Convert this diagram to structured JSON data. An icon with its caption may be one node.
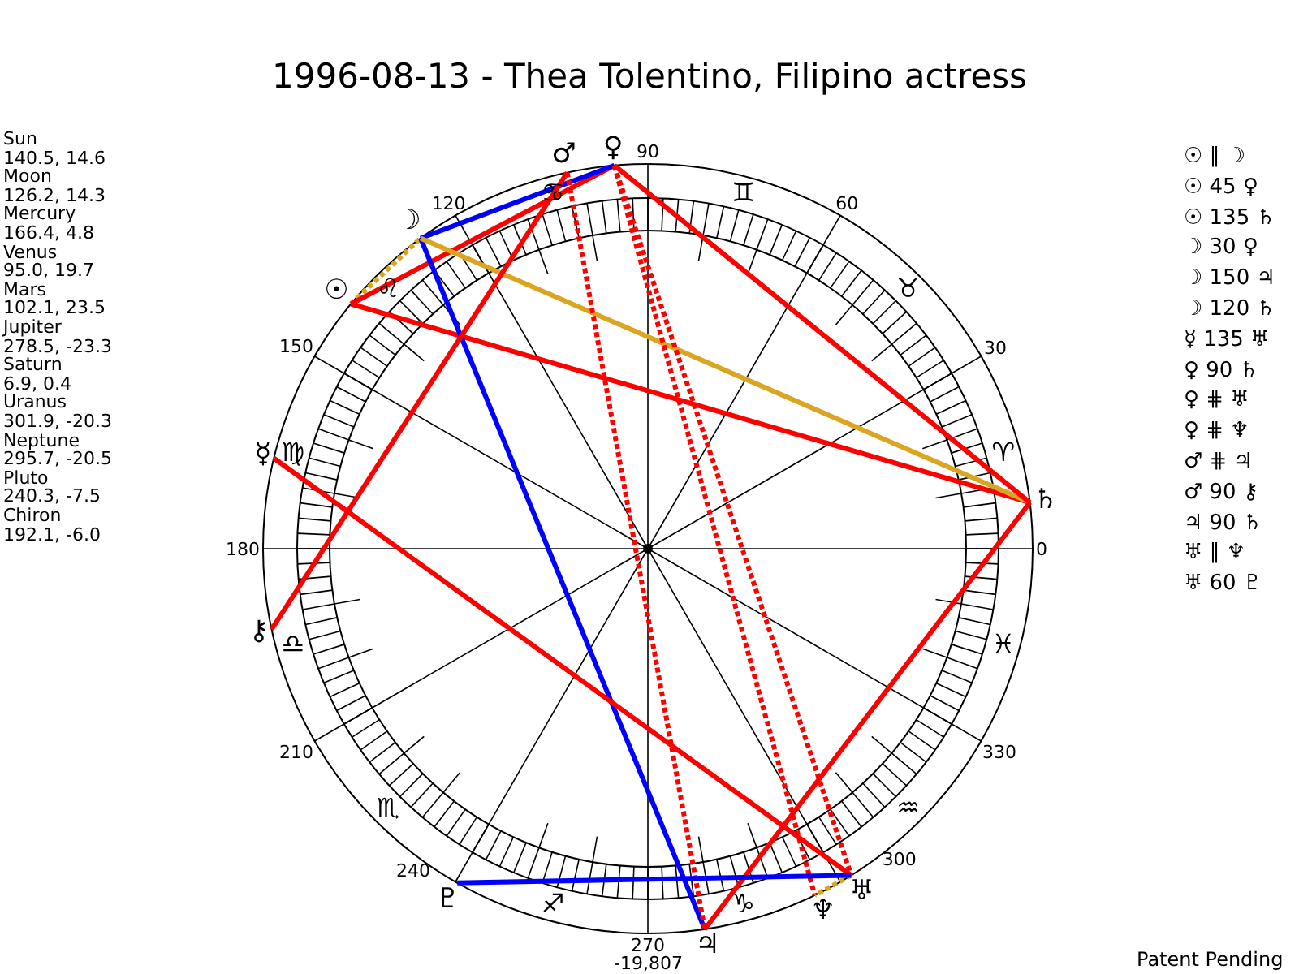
{
  "diagram": {
    "title": "1996-08-13 - Thea Tolentino, Filipino actress",
    "nodes": [
      {
        "text": [
          "☉"
        ]
      },
      {
        "text": [
          "☽"
        ]
      },
      {
        "text": [
          "☿"
        ]
      },
      {
        "text": [
          "♀"
        ]
      },
      {
        "text": [
          "♂"
        ]
      },
      {
        "text": [
          "♃"
        ]
      },
      {
        "text": [
          "♄"
        ]
      },
      {
        "text": [
          "♅"
        ]
      },
      {
        "text": [
          "♆"
        ]
      },
      {
        "text": [
          "♇"
        ]
      },
      {
        "text": [
          "⚷"
        ]
      }
    ],
    "edges": [
      {
        "from": 0,
        "to": 1,
        "arrow": "none",
        "style": "dashed",
        "color": "#daa520"
      },
      {
        "from": 0,
        "to": 3,
        "arrow": "none"
      },
      {
        "from": 0,
        "to": 6,
        "arrow": "none"
      },
      {
        "from": 1,
        "to": 3,
        "arrow": "none",
        "color": "#0000ff"
      },
      {
        "from": 1,
        "to": 5,
        "arrow": "none",
        "color": "#0000ff"
      },
      {
        "from": 1,
        "to": 6,
        "arrow": "none",
        "color": "#daa520"
      },
      {
        "from": 2,
        "to": 7,
        "arrow": "none"
      },
      {
        "from": 3,
        "to": 6,
        "arrow": "none"
      },
      {
        "from": 3,
        "to": 7,
        "arrow": "none",
        "style": "dashed"
      },
      {
        "from": 3,
        "to": 8,
        "arrow": "none",
        "style": "dashed"
      },
      {
        "from": 4,
        "to": 5,
        "arrow": "none",
        "style": "dashed"
      },
      {
        "from": 4,
        "to": 10,
        "arrow": "none"
      },
      {
        "from": 5,
        "to": 6,
        "arrow": "none"
      },
      {
        "from": 7,
        "to": 8,
        "arrow": "none",
        "style": "dashed",
        "color": "#daa520"
      },
      {
        "from": 7,
        "to": 9,
        "arrow": "none",
        "color": "#0000ff"
      }
    ],
    "labels": [
      "Sun",
      "140.5, 14.6",
      "Moon",
      "126.2, 14.3",
      "Mercury",
      "166.4, 4.8",
      "Venus",
      "95.0, 19.7",
      "Mars",
      "102.1, 23.5",
      "Jupiter",
      "278.5, -23.3",
      "Saturn",
      "6.9, 0.4",
      "Uranus",
      "301.9, -20.3",
      "Neptune",
      "295.7, -20.5",
      "Pluto",
      "240.3, -7.5",
      "Chiron",
      "192.1, -6.0",
      "90",
      "120",
      "60",
      "150",
      "30",
      "180",
      "0",
      "210",
      "330",
      "240",
      "300",
      "270",
      "♋",
      "♊",
      "♌",
      "♉",
      "♍",
      "♈",
      "♎",
      "♓",
      "♏",
      "♒",
      "♐",
      "♑",
      "☉ ∥ ☽",
      "☉ 45 ♀",
      "☉ 135 ♄",
      "☽ 30 ♀",
      "☽ 150 ♃",
      "☽ 120 ♄",
      "☿ 135 ♅",
      "♀ 90 ♄",
      "♀ ⋕ ♅",
      "♀ ⋕ ♆",
      "♂ ⋕ ♃",
      "♂ 90 ⚷",
      "♃ 90 ♄",
      "♅ ∥ ♆",
      "♅ 60 ♇",
      "-19,807",
      "Patent Pending"
    ]
  }
}
